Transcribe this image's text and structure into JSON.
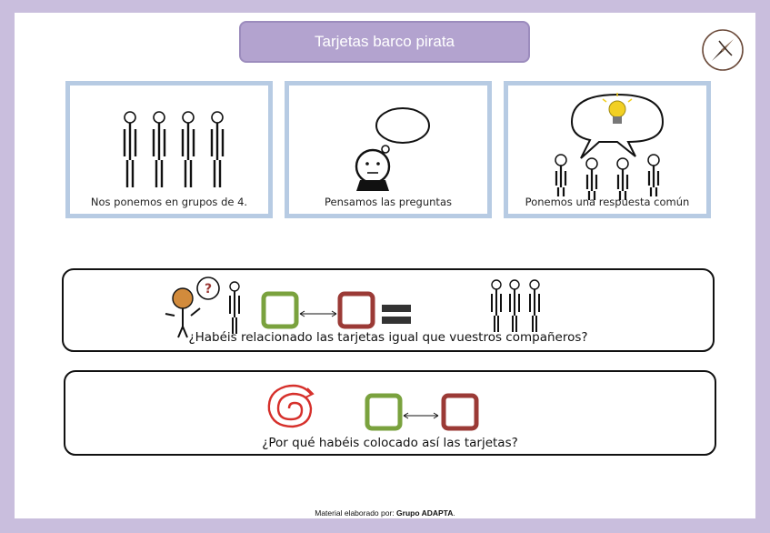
{
  "title": "Tarjetas barco pirata",
  "cards": [
    {
      "caption": "Nos ponemos en grupos de 4."
    },
    {
      "caption": "Pensamos las preguntas"
    },
    {
      "caption": "Ponemos una respuesta común"
    }
  ],
  "questions": [
    {
      "text": "¿Habéis relacionado las tarjetas igual que vuestros compañeros?"
    },
    {
      "text": "¿Por qué habéis colocado así las tarjetas?"
    }
  ],
  "footer": {
    "prefix": "Material elaborado por: ",
    "group": "Grupo ADAPTA",
    "suffix": "."
  },
  "colors": {
    "frame": "#c9bedd",
    "title_bg": "#b3a3cf",
    "card_border": "#b7cbe3",
    "green": "#7aa23e",
    "red": "#9b3a36",
    "bulb": "#f2d023"
  }
}
